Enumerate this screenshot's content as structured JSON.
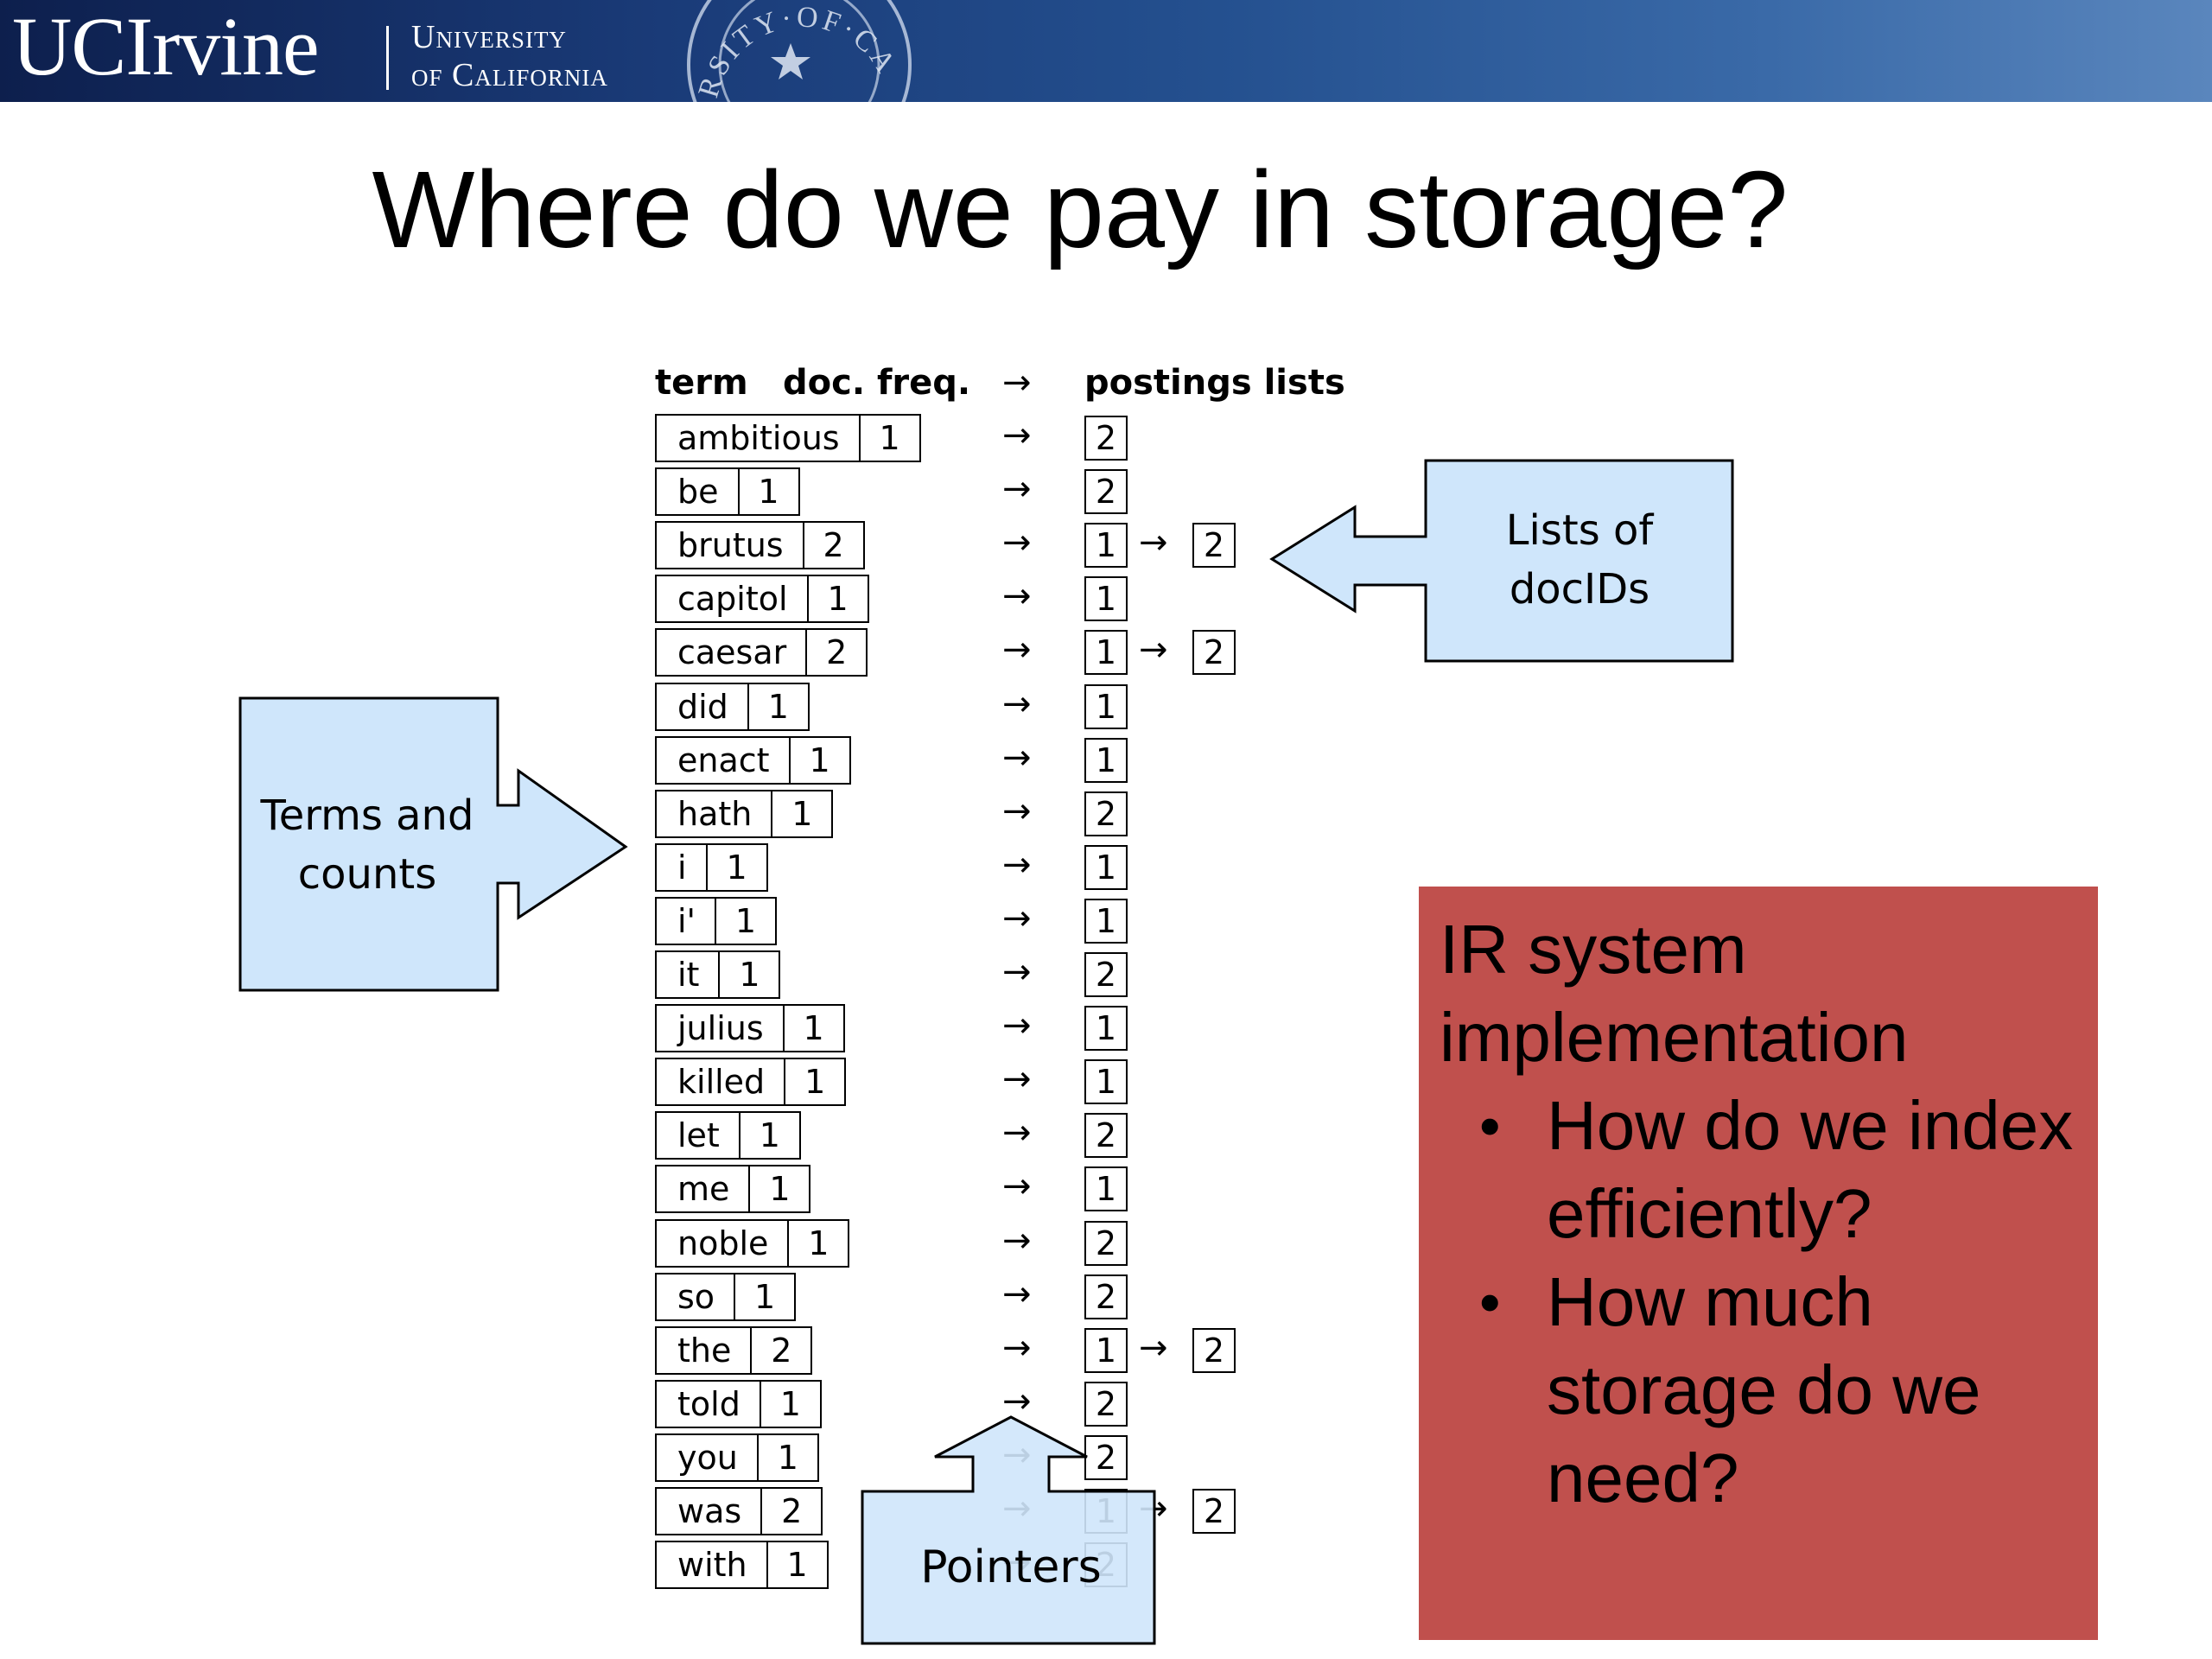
{
  "header": {
    "logo_main": "UCIrvine",
    "logo_line1": "University",
    "logo_line2": "of California",
    "seal_text": "RSITY·OF·CA"
  },
  "slide": {
    "title": "Where do we pay in storage?"
  },
  "index_table": {
    "headers": {
      "term": "term",
      "doc_freq": "doc. freq.",
      "arrow": "→",
      "postings": "postings lists"
    },
    "rows": [
      {
        "term": "ambitious",
        "freq": "1",
        "postings": [
          "2"
        ]
      },
      {
        "term": "be",
        "freq": "1",
        "postings": [
          "2"
        ]
      },
      {
        "term": "brutus",
        "freq": "2",
        "postings": [
          "1",
          "2"
        ]
      },
      {
        "term": "capitol",
        "freq": "1",
        "postings": [
          "1"
        ]
      },
      {
        "term": "caesar",
        "freq": "2",
        "postings": [
          "1",
          "2"
        ]
      },
      {
        "term": "did",
        "freq": "1",
        "postings": [
          "1"
        ]
      },
      {
        "term": "enact",
        "freq": "1",
        "postings": [
          "1"
        ]
      },
      {
        "term": "hath",
        "freq": "1",
        "postings": [
          "2"
        ]
      },
      {
        "term": "i",
        "freq": "1",
        "postings": [
          "1"
        ]
      },
      {
        "term": "i'",
        "freq": "1",
        "postings": [
          "1"
        ]
      },
      {
        "term": "it",
        "freq": "1",
        "postings": [
          "2"
        ]
      },
      {
        "term": "julius",
        "freq": "1",
        "postings": [
          "1"
        ]
      },
      {
        "term": "killed",
        "freq": "1",
        "postings": [
          "1"
        ]
      },
      {
        "term": "let",
        "freq": "1",
        "postings": [
          "2"
        ]
      },
      {
        "term": "me",
        "freq": "1",
        "postings": [
          "1"
        ]
      },
      {
        "term": "noble",
        "freq": "1",
        "postings": [
          "2"
        ]
      },
      {
        "term": "so",
        "freq": "1",
        "postings": [
          "2"
        ]
      },
      {
        "term": "the",
        "freq": "2",
        "postings": [
          "1",
          "2"
        ]
      },
      {
        "term": "told",
        "freq": "1",
        "postings": [
          "2"
        ]
      },
      {
        "term": "you",
        "freq": "1",
        "postings": [
          "2"
        ]
      },
      {
        "term": "was",
        "freq": "2",
        "postings": [
          "1",
          "2"
        ]
      },
      {
        "term": "with",
        "freq": "1",
        "postings": [
          "2"
        ]
      }
    ],
    "arrow_glyph": "→"
  },
  "callouts": {
    "lists": {
      "line1": "Lists of",
      "line2": "docIDs"
    },
    "terms": {
      "line1": "Terms and",
      "line2": "counts"
    },
    "pointers": {
      "line1": "Pointers"
    }
  },
  "ir_box": {
    "heading": "IR system implementation",
    "bullets": [
      "How do we index efficiently?",
      "How much storage do we need?"
    ],
    "bullet_glyph": "•"
  },
  "colors": {
    "callout_fill": "#cfe6fb",
    "ir_box_fill": "#c0504d",
    "banner_dark": "#0d1f4d"
  }
}
